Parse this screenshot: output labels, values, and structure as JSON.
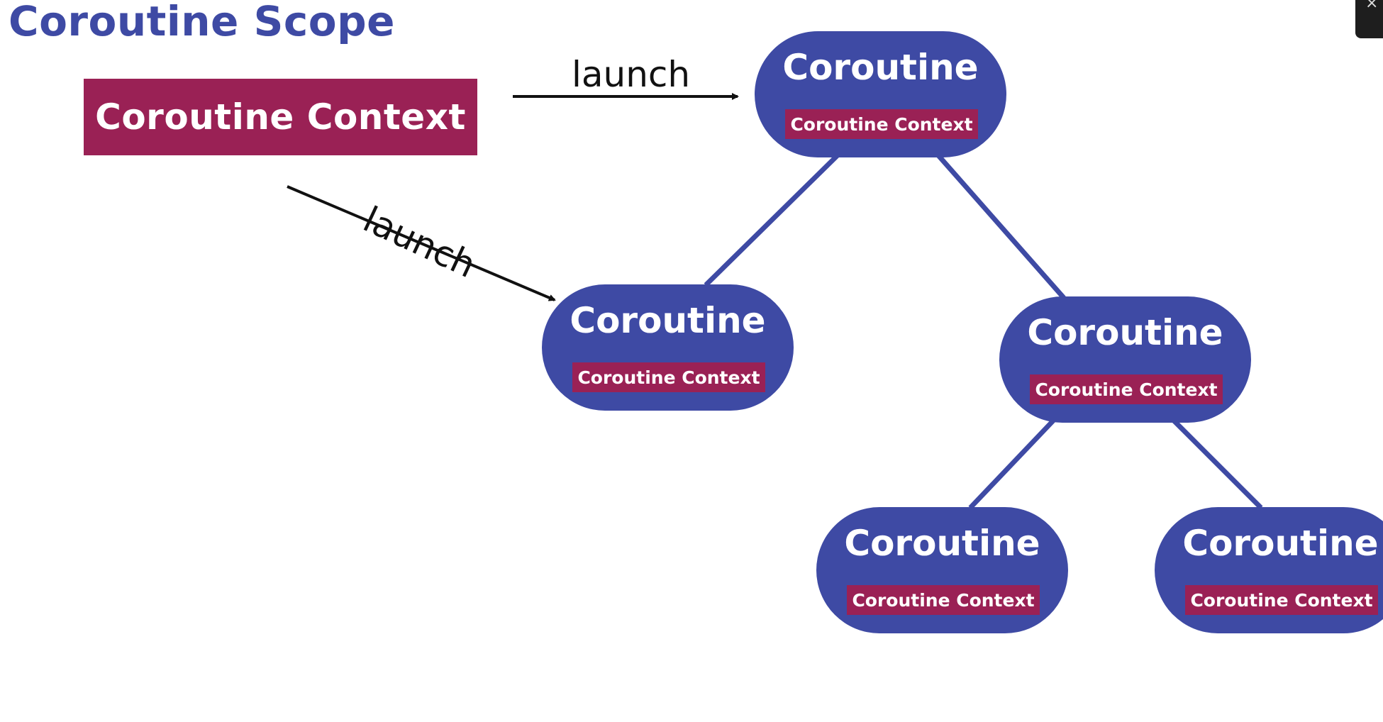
{
  "title": "Coroutine Scope",
  "scope_context": "Coroutine Context",
  "launch_labels": [
    "launch",
    "launch"
  ],
  "nodes": [
    {
      "title": "Coroutine",
      "context": "Coroutine Context"
    },
    {
      "title": "Coroutine",
      "context": "Coroutine Context"
    },
    {
      "title": "Coroutine",
      "context": "Coroutine Context"
    },
    {
      "title": "Coroutine",
      "context": "Coroutine Context"
    },
    {
      "title": "Coroutine",
      "context": "Coroutine Context"
    }
  ],
  "colors": {
    "title": "#3e4aa4",
    "node_fill": "#3e4aa4",
    "context_fill": "#9a2155",
    "arrow": "#111111"
  },
  "icons": {
    "close": "close-icon"
  }
}
